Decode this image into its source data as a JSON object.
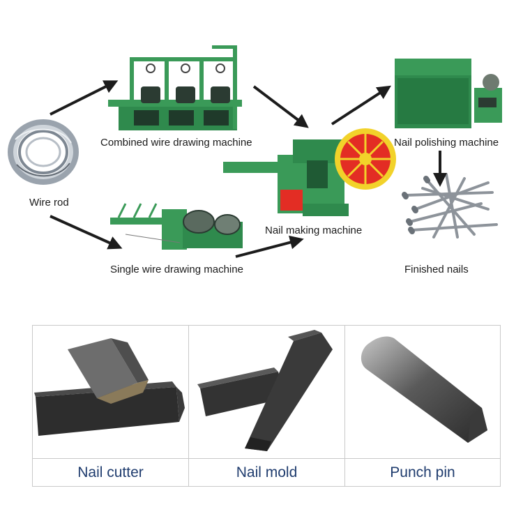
{
  "flow": {
    "wire_rod": "Wire rod",
    "combined_machine": "Combined wire drawing machine",
    "single_machine": "Single wire drawing machine",
    "nail_making": "Nail making machine",
    "nail_polishing": "Nail polishing machine",
    "finished_nails": "Finished nails"
  },
  "parts": [
    {
      "label": "Nail cutter"
    },
    {
      "label": "Nail mold"
    },
    {
      "label": "Punch pin"
    }
  ],
  "colors": {
    "machine_green": "#3a9a58",
    "machine_dark": "#1f5a34",
    "wheel_red": "#e32d24",
    "wheel_yellow": "#f2d22a",
    "arrow": "#1c1c1c",
    "caption": "#1f3c6e",
    "steel": "#6d6d6d"
  }
}
